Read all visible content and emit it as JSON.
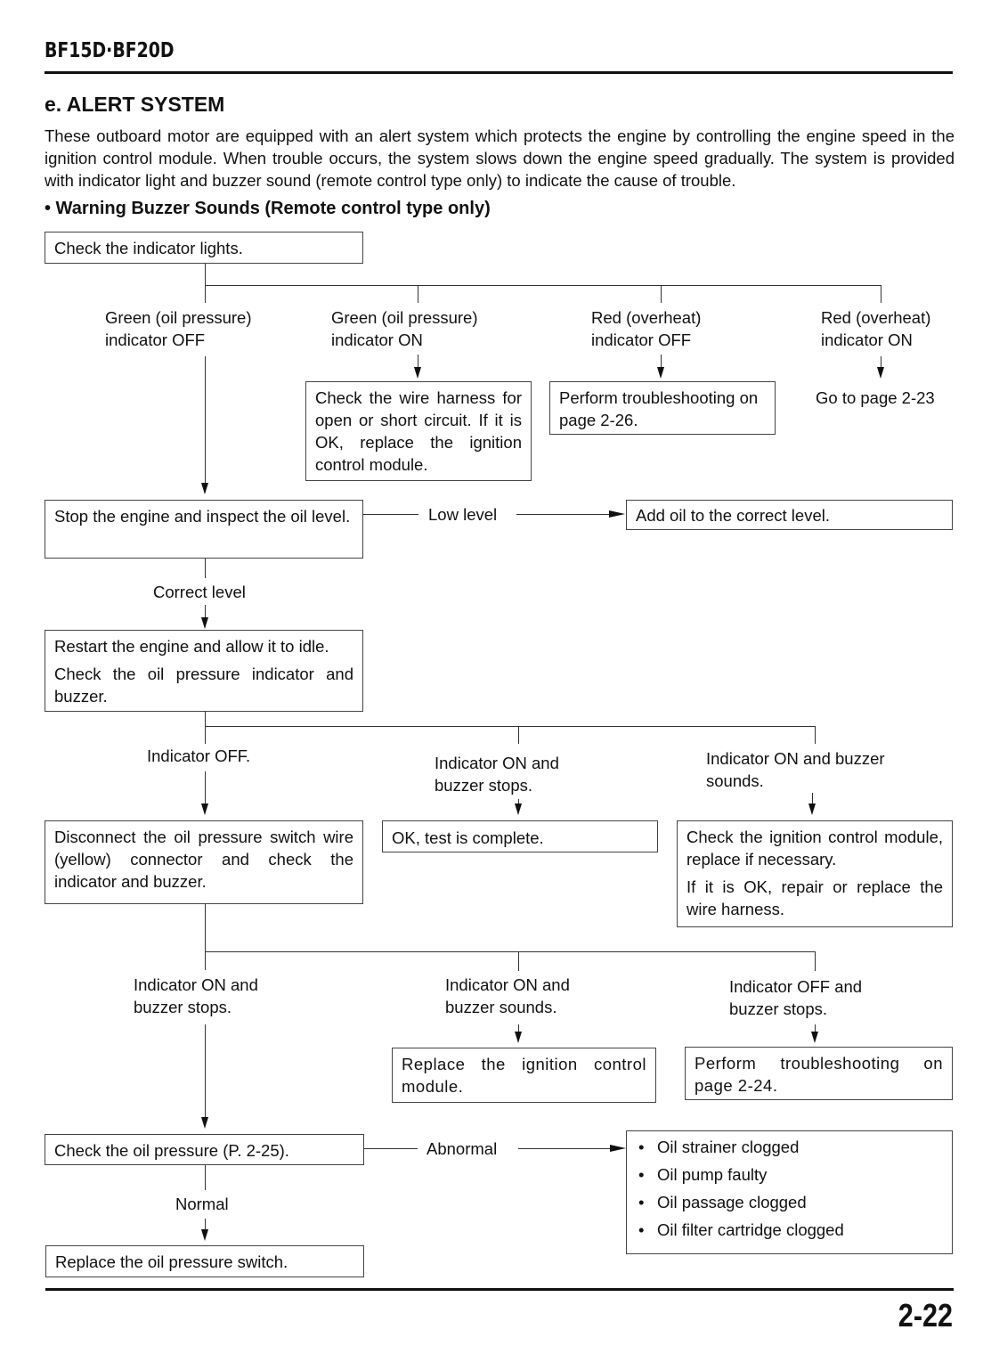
{
  "header": {
    "model": "BF15D·BF20D"
  },
  "section_title": "e. ALERT SYSTEM",
  "intro": "These outboard motor are equipped with an alert system which protects the engine by controlling the engine speed in the ignition control module. When trouble occurs, the system slows down the engine speed gradually. The system is provided with indicator light and buzzer sound (remote control type only) to indicate the cause of trouble.",
  "subheading": "• Warning Buzzer Sounds (Remote control type only)",
  "flow": {
    "check_lights": "Check the indicator lights.",
    "green_off_1": "Green (oil pressure)",
    "green_off_2": "indicator OFF",
    "green_on_1": "Green (oil pressure)",
    "green_on_2": "indicator ON",
    "red_off_1": "Red (overheat)",
    "red_off_2": "indicator OFF",
    "red_on_1": "Red (overheat)",
    "red_on_2": "indicator ON",
    "wire_harness": "Check the wire harness for open or short circuit. If it is OK, replace the ignition control module.",
    "troubleshoot_226": "Perform troubleshooting on page 2-26.",
    "goto_223": "Go to page 2-23",
    "stop_engine": "Stop the engine and inspect the oil level.",
    "low_level": "Low level",
    "add_oil": "Add oil to the correct level.",
    "correct_level": "Correct level",
    "restart_1": "Restart the engine and allow it to idle.",
    "restart_2": "Check the oil pressure indicator and buzzer.",
    "ind_off": "Indicator OFF.",
    "ind_on_stops_1": "Indicator ON and",
    "ind_on_stops_2": "buzzer stops.",
    "ind_on_sounds_1": "Indicator ON and buzzer",
    "ind_on_sounds_2": "sounds.",
    "disconnect": "Disconnect the oil pressure switch wire (yellow) connector and check the indicator and buzzer.",
    "test_complete": "OK, test is complete.",
    "check_icm_1": "Check the ignition control module, replace if necessary.",
    "check_icm_2": "If it is OK, repair or replace the wire harness.",
    "b_on_stops_1": "Indicator ON and",
    "b_on_stops_2": "buzzer stops.",
    "b_on_sounds_1": "Indicator ON and",
    "b_on_sounds_2": "buzzer sounds.",
    "b_off_stops_1": "Indicator OFF and",
    "b_off_stops_2": "buzzer stops.",
    "replace_icm": "Replace the ignition control module.",
    "troubleshoot_224": "Perform troubleshooting on page 2-24.",
    "check_oil_pressure": "Check the oil pressure (P. 2-25).",
    "abnormal": "Abnormal",
    "causes": [
      "Oil strainer clogged",
      "Oil pump faulty",
      "Oil passage clogged",
      "Oil filter cartridge clogged"
    ],
    "normal": "Normal",
    "replace_switch": "Replace the oil pressure switch."
  },
  "page_number": "2-22"
}
